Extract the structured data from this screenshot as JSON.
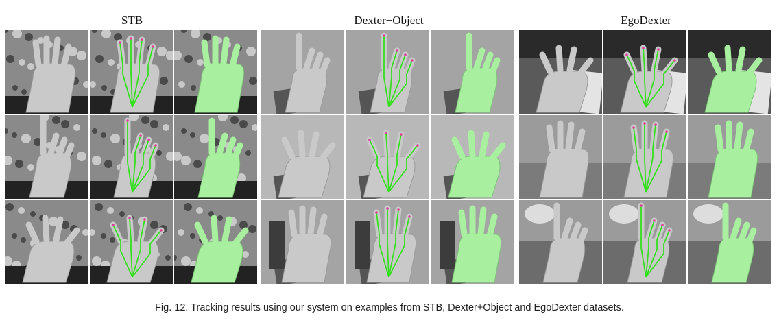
{
  "figure": {
    "caption": "Fig. 12.  Tracking results using our system on examples from STB, Dexter+Object and EgoDexter datasets.",
    "datasets": [
      {
        "title": "STB"
      },
      {
        "title": "Dexter+Object"
      },
      {
        "title": "EgoDexter"
      }
    ],
    "column_types": [
      "input image",
      "tracked skeleton overlay",
      "fitted hand mesh"
    ],
    "colors": {
      "skeleton": "#33e01c",
      "mesh": "#a8efa0",
      "joint_markers": "#e0409a"
    }
  }
}
